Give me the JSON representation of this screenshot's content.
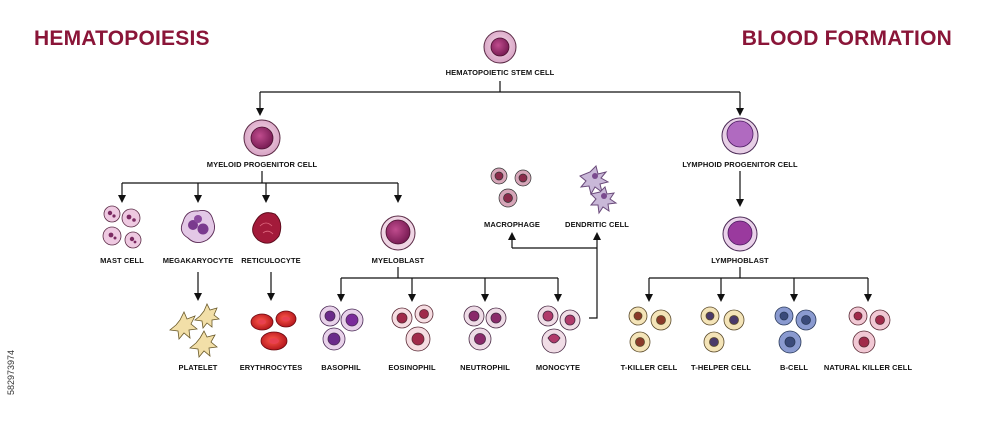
{
  "titles": {
    "left": "HEMATOPOIESIS",
    "right": "BLOOD FORMATION"
  },
  "nodes": {
    "stem": "HEMATOPOIETIC STEM CELL",
    "myeloid": "MYELOID PROGENITOR CELL",
    "lymphoid": "LYMPHOID PROGENITOR CELL",
    "mast": "MAST CELL",
    "megakaryocyte": "MEGAKARYOCYTE",
    "reticulocyte": "RETICULOCYTE",
    "myeloblast": "MYELOBLAST",
    "macrophage": "MACROPHAGE",
    "dendritic": "DENDRITIC CELL",
    "lymphoblast": "LYMPHOBLAST",
    "platelet": "PLATELET",
    "erythrocytes": "ERYTHROCYTES",
    "basophil": "BASOPHIL",
    "eosinophil": "EOSINOPHIL",
    "neutrophil": "NEUTROPHIL",
    "monocyte": "MONOCYTE",
    "tkiller": "T-KILLER CELL",
    "thelper": "T-HELPER CELL",
    "bcell": "B-CELL",
    "nk": "NATURAL KILLER CELL"
  },
  "stock_id": "582973974",
  "colors": {
    "title": "#8a1538",
    "line": "#111111"
  }
}
